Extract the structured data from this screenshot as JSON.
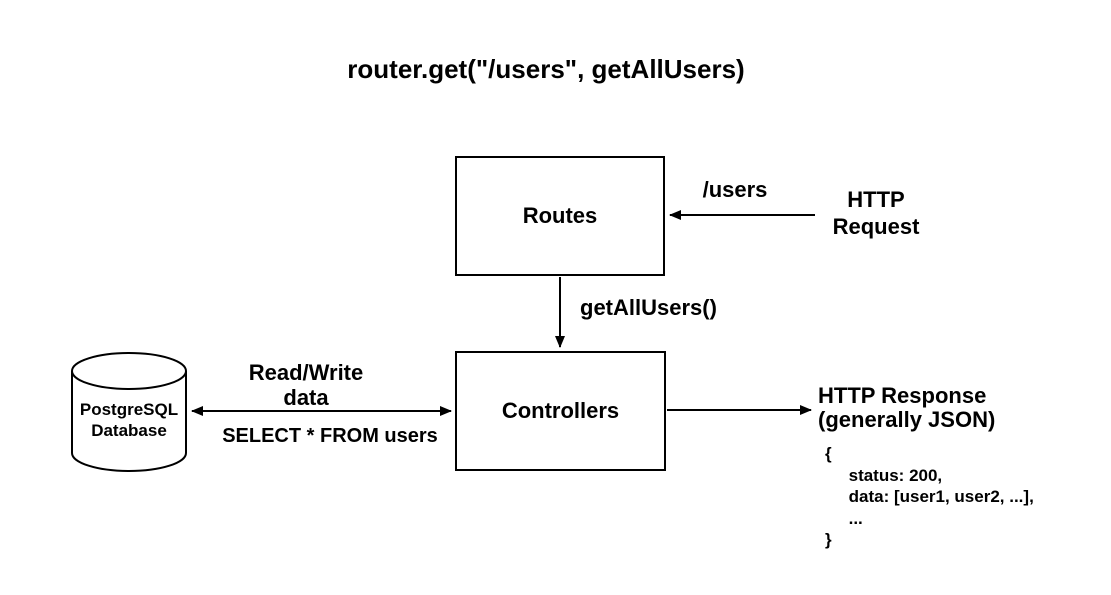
{
  "title": "router.get(\"/users\", getAllUsers)",
  "nodes": {
    "routes": {
      "label": "Routes"
    },
    "controllers": {
      "label": "Controllers"
    },
    "database": {
      "label": "PostgreSQL\nDatabase"
    }
  },
  "edges": {
    "request_path": "/users",
    "handler_call": "getAllUsers()",
    "db_operation": "Read/Write\ndata",
    "sql_query": "SELECT * FROM users"
  },
  "annotations": {
    "http_request": "HTTP\nRequest",
    "http_response": "HTTP Response\n(generally JSON)",
    "response_body": "{\n     status: 200,\n     data: [user1, user2, ...],\n     ...\n}"
  },
  "colors": {
    "stroke": "#000000",
    "text": "#000000",
    "background": "#ffffff"
  }
}
